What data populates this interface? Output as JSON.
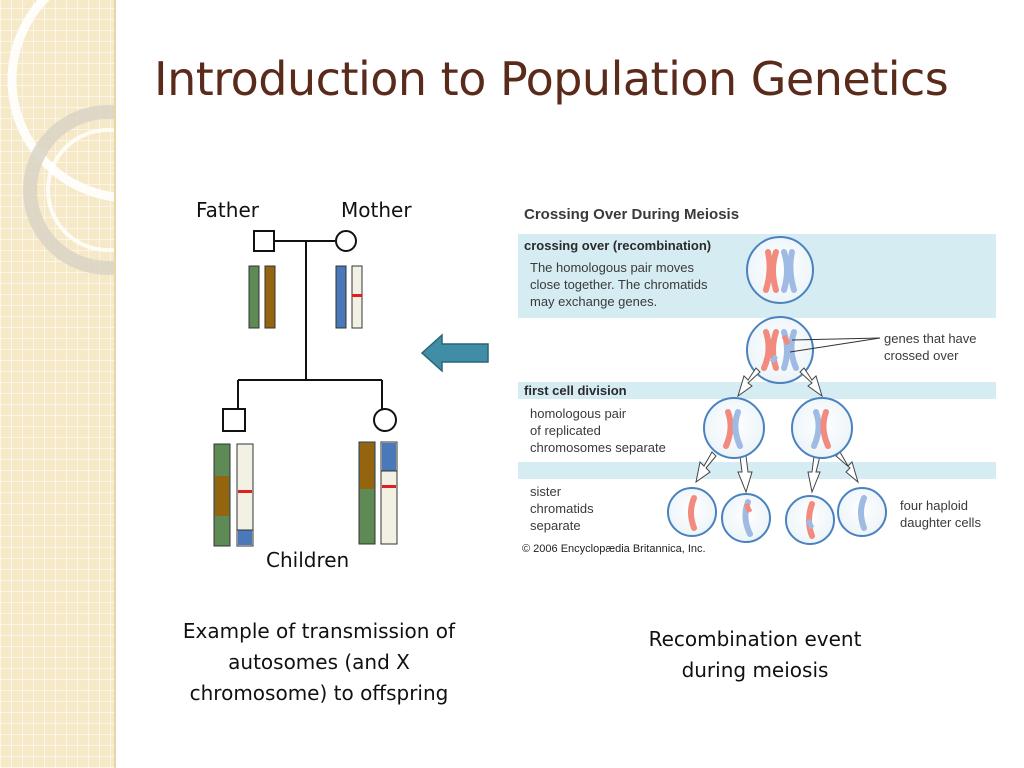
{
  "slide": {
    "title": "Introduction to Population Genetics"
  },
  "pedigree": {
    "father_label": "Father",
    "mother_label": "Mother",
    "children_label": "Children",
    "caption": "Example of transmission of autosomes (and X chromosome) to offspring"
  },
  "meiosis": {
    "panel_title": "Crossing Over During Meiosis",
    "stage1_title": "crossing over (recombination)",
    "stage1_text": "The homologous pair moves\nclose together. The chromatids\nmay exchange genes.",
    "crossed_note": "genes that have\ncrossed over",
    "stage2_title": "first cell division",
    "stage2_text": "homologous pair\nof replicated\nchromosomes separate",
    "stage3_text": "sister\nchromatids\nseparate",
    "daughter_note": "four haploid\ndaughter cells",
    "copyright": "© 2006 Encyclopædia Britannica, Inc.",
    "caption": "Recombination event during meiosis"
  },
  "colors": {
    "title": "#5a2a1a",
    "chrom_green": "#5e8a55",
    "chrom_brown": "#94640f",
    "chrom_blue": "#4a78b8",
    "chrom_cream": "#f3f1e4",
    "marker_red": "#e02020",
    "arrow_teal": "#3f8ea6",
    "band_blue": "#d6ecf3"
  }
}
